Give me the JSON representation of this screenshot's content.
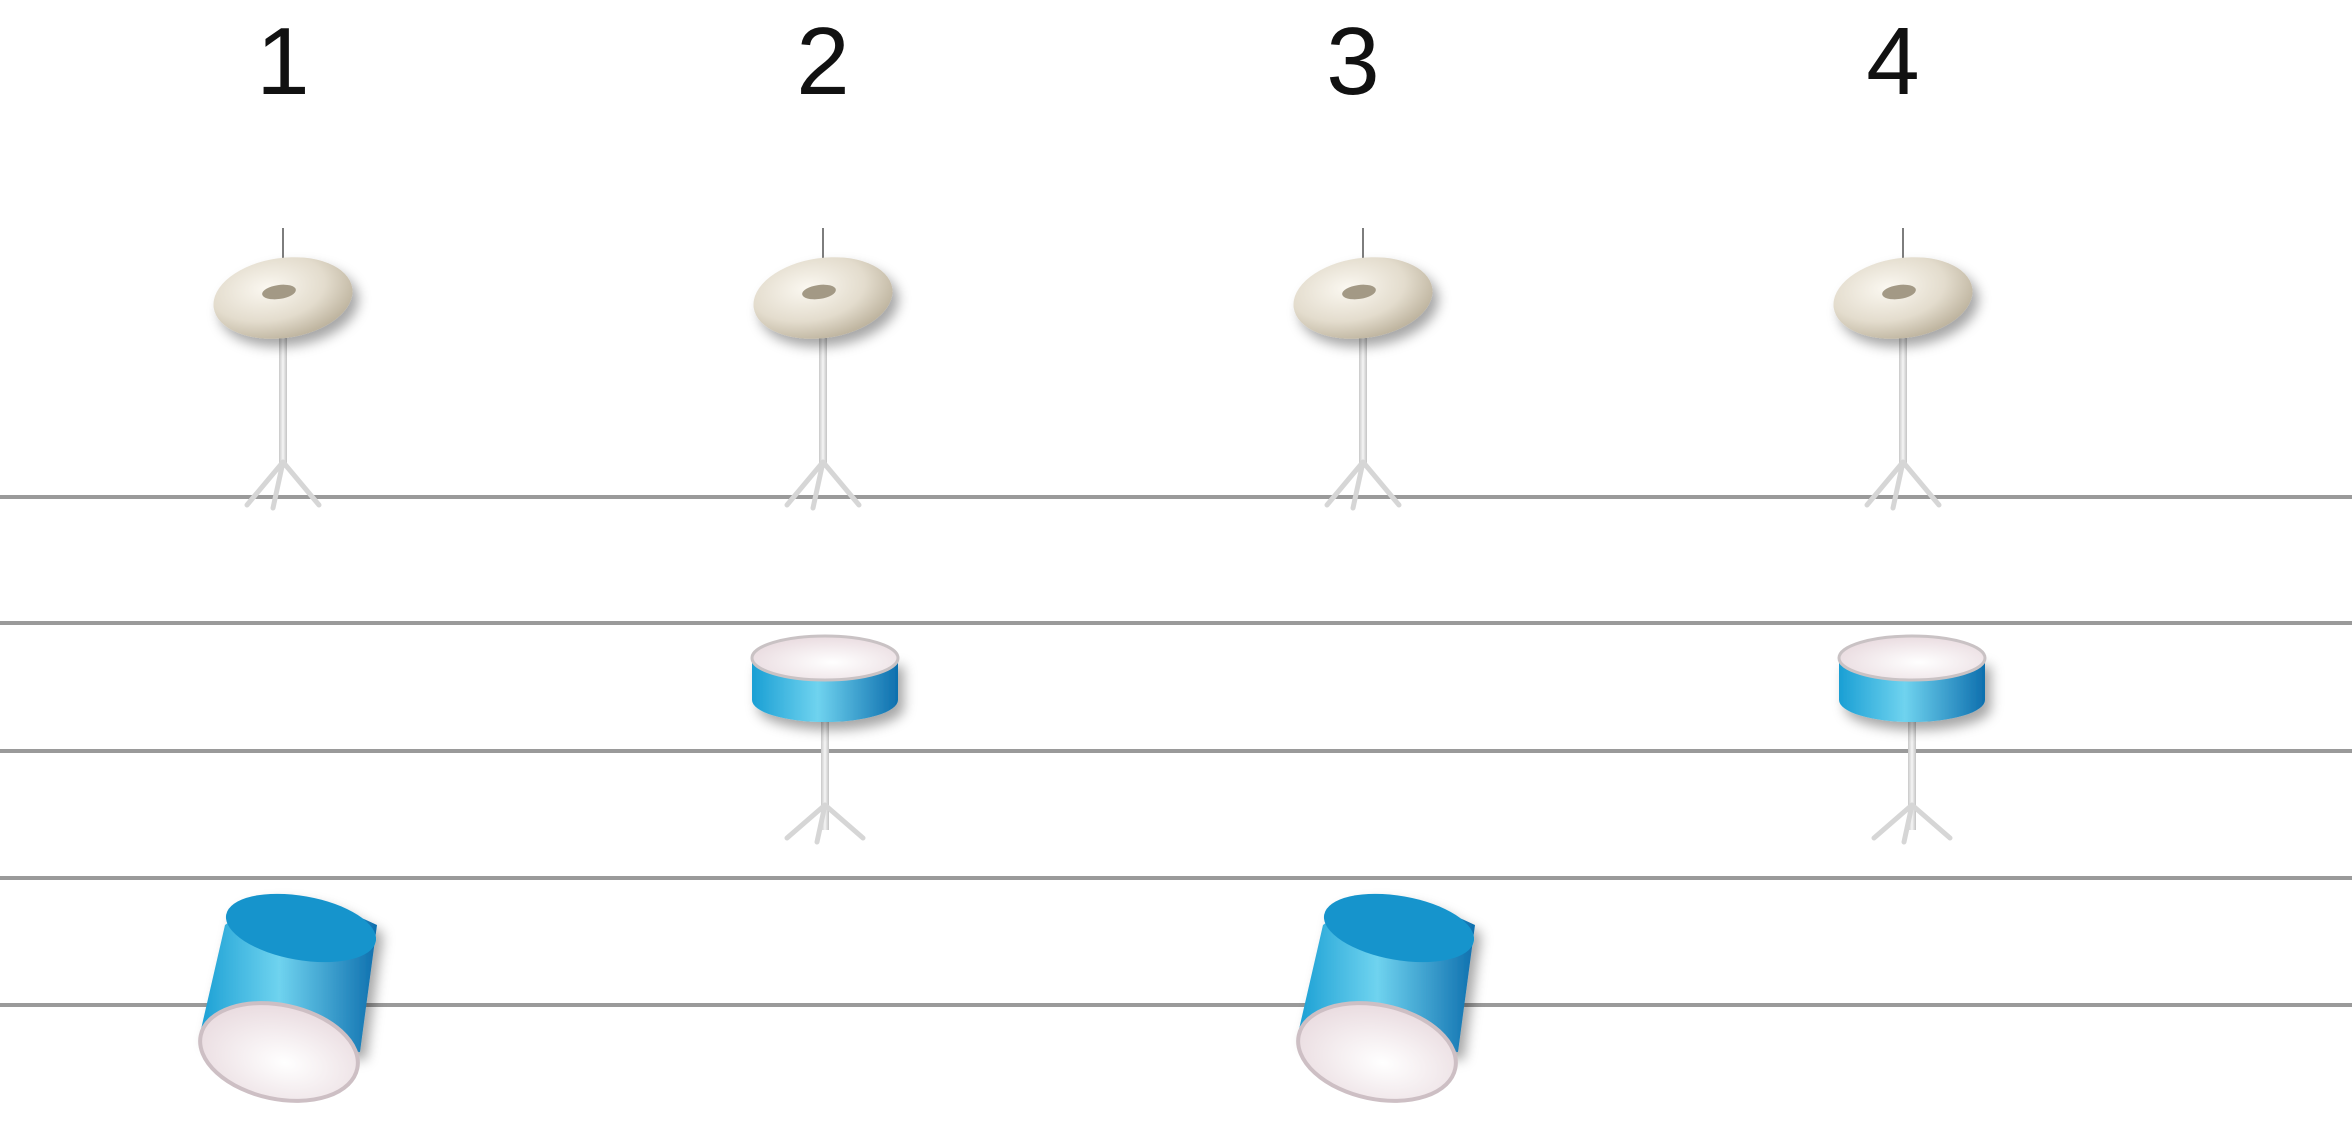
{
  "beats": [
    {
      "label": "1",
      "instruments": [
        "hi-hat",
        "bass-drum"
      ]
    },
    {
      "label": "2",
      "instruments": [
        "hi-hat",
        "snare-drum"
      ]
    },
    {
      "label": "3",
      "instruments": [
        "hi-hat",
        "bass-drum"
      ]
    },
    {
      "label": "4",
      "instruments": [
        "hi-hat",
        "snare-drum"
      ]
    }
  ],
  "staff_line_count": 5,
  "colors": {
    "staff_line": "#9a9a9a",
    "drum_shell": "#1fa6d8",
    "drum_shell_highlight": "#6fd3ef",
    "drum_head": "#f1e6e9",
    "cymbal": "#d8d0bf",
    "stand": "#dcdcdc",
    "number_text": "#111111"
  },
  "icons": {
    "hi-hat": "cymbal-icon",
    "snare-drum": "snare-drum-icon",
    "bass-drum": "bass-drum-icon"
  }
}
